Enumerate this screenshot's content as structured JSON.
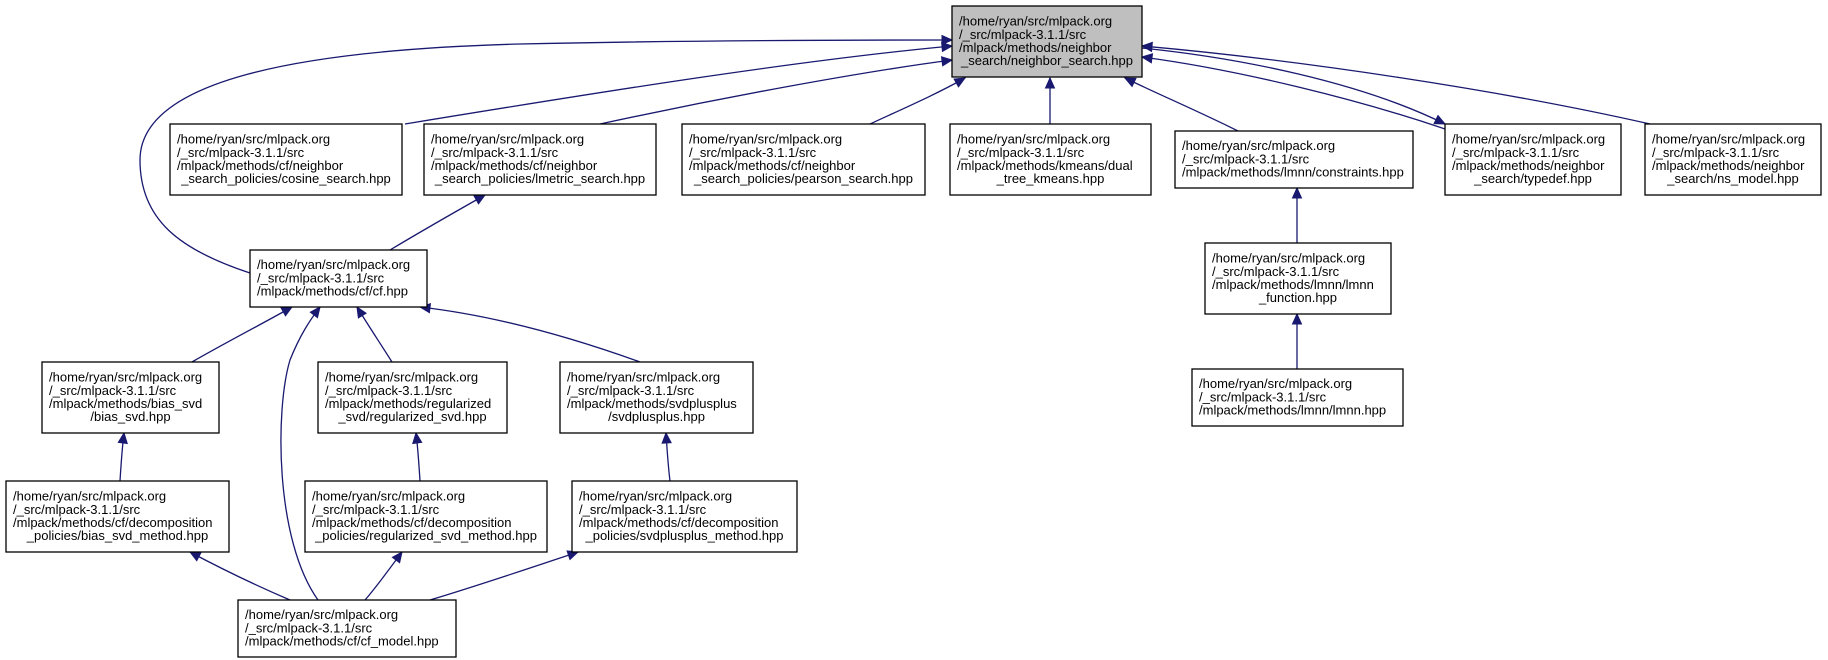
{
  "colors": {
    "edge": "#191970",
    "root_fill": "#bfbfbf",
    "node_fill": "#ffffff",
    "node_border": "#000000"
  },
  "nodes": {
    "neighbor_search": {
      "lines": [
        "/home/ryan/src/mlpack.org",
        "/_src/mlpack-3.1.1/src",
        "/mlpack/methods/neighbor",
        "_search/neighbor_search.hpp"
      ],
      "root": true
    },
    "cosine_search": {
      "lines": [
        "/home/ryan/src/mlpack.org",
        "/_src/mlpack-3.1.1/src",
        "/mlpack/methods/cf/neighbor",
        "_search_policies/cosine_search.hpp"
      ]
    },
    "lmetric_search": {
      "lines": [
        "/home/ryan/src/mlpack.org",
        "/_src/mlpack-3.1.1/src",
        "/mlpack/methods/cf/neighbor",
        "_search_policies/lmetric_search.hpp"
      ]
    },
    "pearson_search": {
      "lines": [
        "/home/ryan/src/mlpack.org",
        "/_src/mlpack-3.1.1/src",
        "/mlpack/methods/cf/neighbor",
        "_search_policies/pearson_search.hpp"
      ]
    },
    "dual_tree_kmeans": {
      "lines": [
        "/home/ryan/src/mlpack.org",
        "/_src/mlpack-3.1.1/src",
        "/mlpack/methods/kmeans/dual",
        "_tree_kmeans.hpp"
      ]
    },
    "constraints": {
      "lines": [
        "/home/ryan/src/mlpack.org",
        "/_src/mlpack-3.1.1/src",
        "/mlpack/methods/lmnn/constraints.hpp"
      ]
    },
    "typedef": {
      "lines": [
        "/home/ryan/src/mlpack.org",
        "/_src/mlpack-3.1.1/src",
        "/mlpack/methods/neighbor",
        "_search/typedef.hpp"
      ]
    },
    "ns_model": {
      "lines": [
        "/home/ryan/src/mlpack.org",
        "/_src/mlpack-3.1.1/src",
        "/mlpack/methods/neighbor",
        "_search/ns_model.hpp"
      ]
    },
    "cf": {
      "lines": [
        "/home/ryan/src/mlpack.org",
        "/_src/mlpack-3.1.1/src",
        "/mlpack/methods/cf/cf.hpp"
      ]
    },
    "lmnn_function": {
      "lines": [
        "/home/ryan/src/mlpack.org",
        "/_src/mlpack-3.1.1/src",
        "/mlpack/methods/lmnn/lmnn",
        "_function.hpp"
      ]
    },
    "bias_svd": {
      "lines": [
        "/home/ryan/src/mlpack.org",
        "/_src/mlpack-3.1.1/src",
        "/mlpack/methods/bias_svd",
        "/bias_svd.hpp"
      ]
    },
    "regularized_svd": {
      "lines": [
        "/home/ryan/src/mlpack.org",
        "/_src/mlpack-3.1.1/src",
        "/mlpack/methods/regularized",
        "_svd/regularized_svd.hpp"
      ]
    },
    "svdplusplus": {
      "lines": [
        "/home/ryan/src/mlpack.org",
        "/_src/mlpack-3.1.1/src",
        "/mlpack/methods/svdplusplus",
        "/svdplusplus.hpp"
      ]
    },
    "lmnn": {
      "lines": [
        "/home/ryan/src/mlpack.org",
        "/_src/mlpack-3.1.1/src",
        "/mlpack/methods/lmnn/lmnn.hpp"
      ]
    },
    "bias_svd_method": {
      "lines": [
        "/home/ryan/src/mlpack.org",
        "/_src/mlpack-3.1.1/src",
        "/mlpack/methods/cf/decomposition",
        "_policies/bias_svd_method.hpp"
      ]
    },
    "regularized_svd_method": {
      "lines": [
        "/home/ryan/src/mlpack.org",
        "/_src/mlpack-3.1.1/src",
        "/mlpack/methods/cf/decomposition",
        "_policies/regularized_svd_method.hpp"
      ]
    },
    "svdplusplus_method": {
      "lines": [
        "/home/ryan/src/mlpack.org",
        "/_src/mlpack-3.1.1/src",
        "/mlpack/methods/cf/decomposition",
        "_policies/svdplusplus_method.hpp"
      ]
    },
    "cf_model": {
      "lines": [
        "/home/ryan/src/mlpack.org",
        "/_src/mlpack-3.1.1/src",
        "/mlpack/methods/cf/cf_model.hpp"
      ]
    }
  },
  "edges": [
    {
      "from": "cosine_search",
      "to": "neighbor_search"
    },
    {
      "from": "lmetric_search",
      "to": "neighbor_search"
    },
    {
      "from": "pearson_search",
      "to": "neighbor_search"
    },
    {
      "from": "dual_tree_kmeans",
      "to": "neighbor_search"
    },
    {
      "from": "constraints",
      "to": "neighbor_search"
    },
    {
      "from": "typedef",
      "to": "neighbor_search"
    },
    {
      "from": "neighbor_search",
      "to": "typedef"
    },
    {
      "from": "ns_model",
      "to": "neighbor_search"
    },
    {
      "from": "cf",
      "to": "neighbor_search"
    },
    {
      "from": "cf",
      "to": "lmetric_search"
    },
    {
      "from": "lmnn_function",
      "to": "constraints"
    },
    {
      "from": "lmnn",
      "to": "lmnn_function"
    },
    {
      "from": "bias_svd",
      "to": "cf"
    },
    {
      "from": "regularized_svd",
      "to": "cf"
    },
    {
      "from": "svdplusplus",
      "to": "cf"
    },
    {
      "from": "cf_model",
      "to": "cf"
    },
    {
      "from": "bias_svd_method",
      "to": "bias_svd"
    },
    {
      "from": "regularized_svd_method",
      "to": "regularized_svd"
    },
    {
      "from": "svdplusplus_method",
      "to": "svdplusplus"
    },
    {
      "from": "cf_model",
      "to": "bias_svd_method"
    },
    {
      "from": "cf_model",
      "to": "regularized_svd_method"
    },
    {
      "from": "cf_model",
      "to": "svdplusplus_method"
    }
  ]
}
